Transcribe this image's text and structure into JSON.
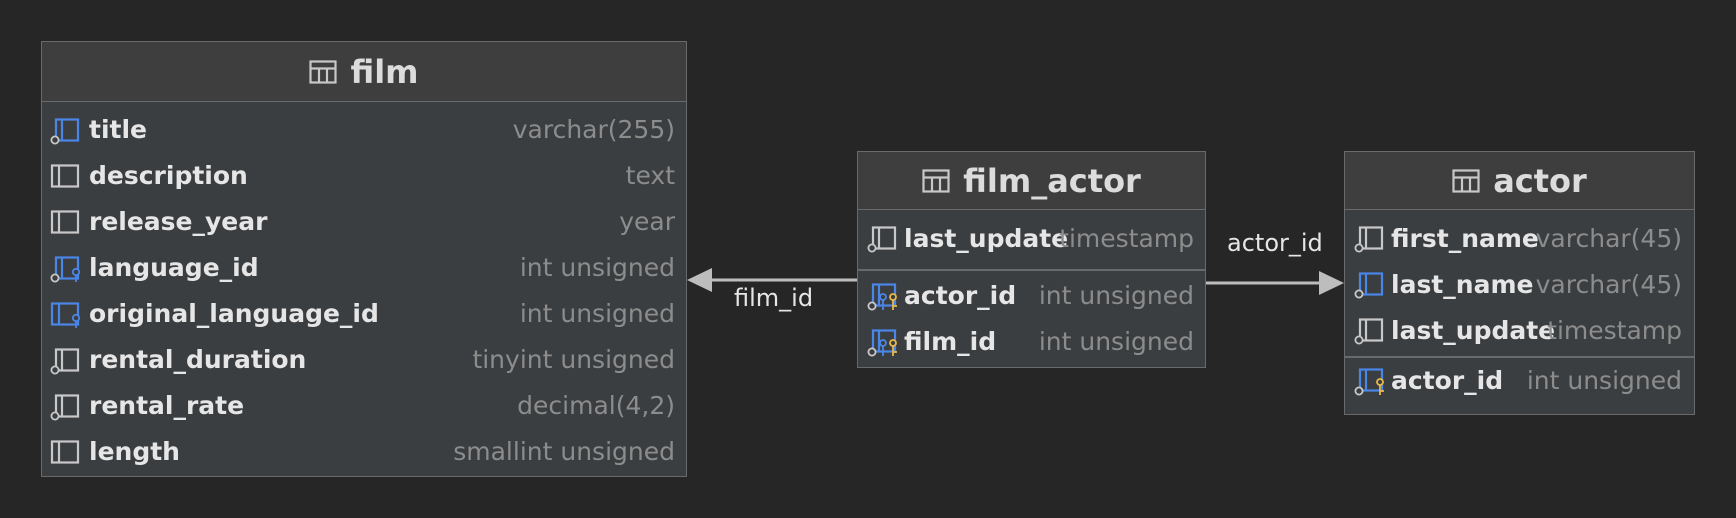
{
  "diagram": {
    "tables": {
      "film": {
        "name": "film",
        "columns": [
          {
            "name": "title",
            "type": "varchar(255)",
            "icon": "indexed-column-icon"
          },
          {
            "name": "description",
            "type": "text",
            "icon": "column-icon"
          },
          {
            "name": "release_year",
            "type": "year",
            "icon": "column-icon"
          },
          {
            "name": "language_id",
            "type": "int unsigned",
            "icon": "foreign-key-column-icon"
          },
          {
            "name": "original_language_id",
            "type": "int unsigned",
            "icon": "foreign-key-column-icon"
          },
          {
            "name": "rental_duration",
            "type": "tinyint unsigned",
            "icon": "not-null-column-icon"
          },
          {
            "name": "rental_rate",
            "type": "decimal(4,2)",
            "icon": "not-null-column-icon"
          },
          {
            "name": "length",
            "type": "smallint unsigned",
            "icon": "column-icon"
          }
        ]
      },
      "film_actor": {
        "name": "film_actor",
        "columns": [
          {
            "name": "last_update",
            "type": "timestamp",
            "icon": "not-null-column-icon"
          }
        ],
        "keys": [
          {
            "name": "actor_id",
            "type": "int unsigned",
            "icon": "primary-foreign-key-icon"
          },
          {
            "name": "film_id",
            "type": "int unsigned",
            "icon": "primary-foreign-key-icon"
          }
        ]
      },
      "actor": {
        "name": "actor",
        "columns": [
          {
            "name": "first_name",
            "type": "varchar(45)",
            "icon": "not-null-column-icon"
          },
          {
            "name": "last_name",
            "type": "varchar(45)",
            "icon": "indexed-column-icon"
          },
          {
            "name": "last_update",
            "type": "timestamp",
            "icon": "not-null-column-icon"
          }
        ],
        "keys": [
          {
            "name": "actor_id",
            "type": "int unsigned",
            "icon": "primary-key-column-icon"
          }
        ]
      }
    },
    "relations": [
      {
        "label": "film_id",
        "from": "film_actor",
        "to": "film"
      },
      {
        "label": "actor_id",
        "from": "film_actor",
        "to": "actor"
      }
    ],
    "colors": {
      "background": "#262626",
      "table_body": "#3b3e40",
      "border": "#6a6a6a",
      "icon_blue": "#4a86e8",
      "icon_gray": "#c8c8c8",
      "key_gold": "#e8b84a",
      "type_text": "#8c8c8c",
      "arrow": "#bdbdbd"
    }
  }
}
